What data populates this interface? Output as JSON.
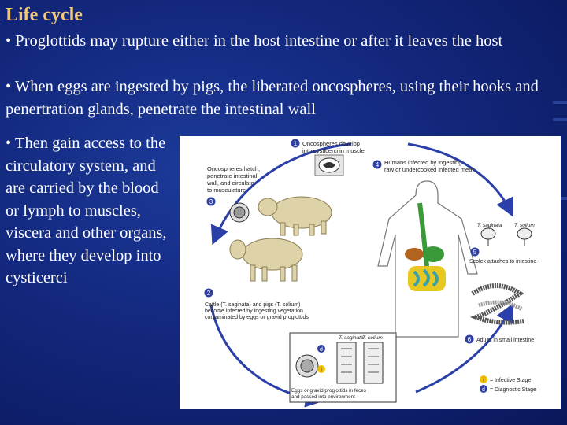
{
  "slide": {
    "title": "Life cycle",
    "bullets": [
      "• Proglottids may rupture either in the host intestine or after it leaves the host",
      "• When eggs are ingested by pigs, the liberated oncospheres, using their hooks and penertration glands, penetrate the intestinal wall",
      "• Then gain access to the circulatory system, and are carried by the blood or lymph to muscles, viscera and other organs, where they develop into cysticerci"
    ]
  },
  "figure": {
    "step1": {
      "num": "1",
      "line1": "Oncospheres develop",
      "line2": "into cysticerci in muscle"
    },
    "step2": {
      "num": "2",
      "line1": "Cattle (T. saginata) and pigs (T. solium)",
      "line2": "become infected by ingesting vegetation",
      "line3": "contaminated by eggs or gravid proglottids"
    },
    "step3": {
      "num": "3",
      "line1": "Oncospheres hatch,",
      "line2": "penetrate intestinal",
      "line3": "wall, and circulate",
      "line4": "to musculature"
    },
    "step4": {
      "num": "4",
      "line1": "Humans infected by ingesting",
      "line2": "raw or undercooked infected meat"
    },
    "step5": {
      "num": "5",
      "line1": "Scolex attaches to intestine",
      "label_left": "T. saginata",
      "label_right": "T. solium"
    },
    "step6": {
      "num": "6",
      "line1": "Adults in small intestine"
    },
    "proglottids": {
      "label_left": "T. saginata",
      "label_right": "T. solium",
      "line1": "Eggs or gravid proglottids in feces",
      "line2": "and passed into environment",
      "marker_d": "d",
      "marker_i": "i"
    },
    "legend": {
      "infective_marker": "i",
      "infective_label": "= Infective Stage",
      "diagnostic_marker": "d",
      "diagnostic_label": "= Diagnostic Stage"
    },
    "colors": {
      "arrow": "#2a3fa8",
      "step_badge": "#2e3f9e",
      "infective_badge": "#f0c000"
    }
  }
}
